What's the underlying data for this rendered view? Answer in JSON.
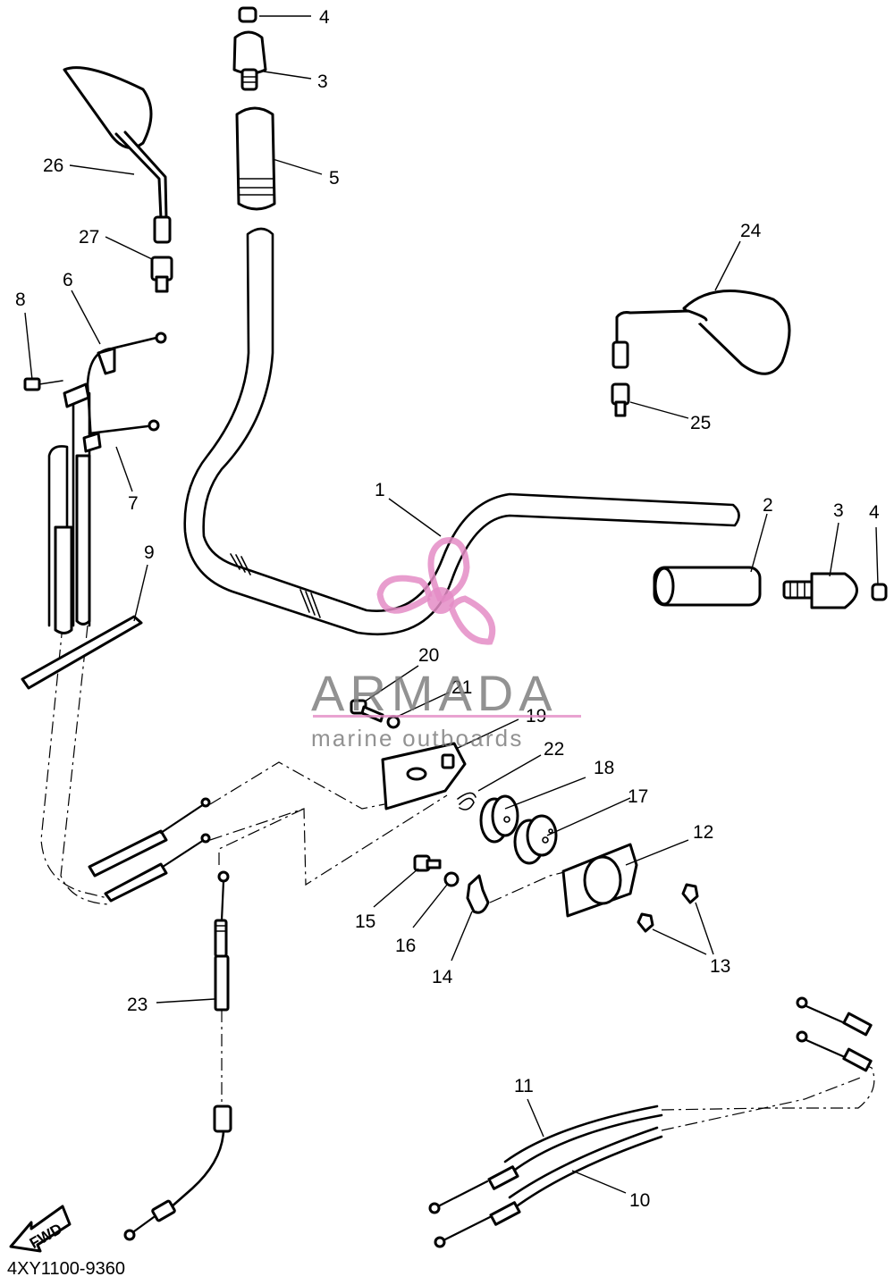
{
  "diagram": {
    "callouts": [
      {
        "num": "1"
      },
      {
        "num": "2"
      },
      {
        "num": "3"
      },
      {
        "num": "3"
      },
      {
        "num": "4"
      },
      {
        "num": "4"
      },
      {
        "num": "5"
      },
      {
        "num": "6"
      },
      {
        "num": "7"
      },
      {
        "num": "8"
      },
      {
        "num": "9"
      },
      {
        "num": "10"
      },
      {
        "num": "11"
      },
      {
        "num": "12"
      },
      {
        "num": "13"
      },
      {
        "num": "14"
      },
      {
        "num": "15"
      },
      {
        "num": "16"
      },
      {
        "num": "17"
      },
      {
        "num": "18"
      },
      {
        "num": "19"
      },
      {
        "num": "20"
      },
      {
        "num": "21"
      },
      {
        "num": "22"
      },
      {
        "num": "23"
      },
      {
        "num": "24"
      },
      {
        "num": "25"
      },
      {
        "num": "26"
      },
      {
        "num": "27"
      }
    ],
    "fwd_label": "FWD",
    "document_code": "4XY1100-9360"
  },
  "watermark": {
    "brand": "ARMADA",
    "tagline": "marine outboards",
    "accent_color": "#e48cc6",
    "text_color": "#777777"
  }
}
